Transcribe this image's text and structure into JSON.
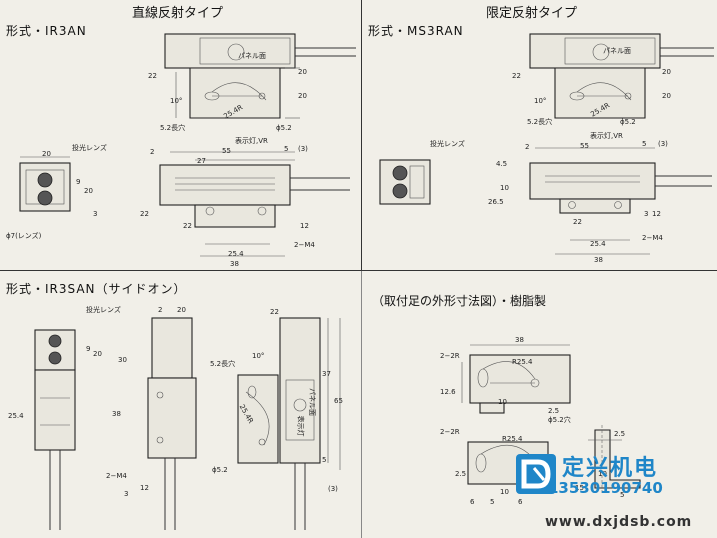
{
  "sections": {
    "top_left": {
      "heading": "直線反射タイプ",
      "model": "形式・IR3AN",
      "labels": {
        "panel": "パネル面",
        "lens": "投光レンズ",
        "slot": "5.2長穴",
        "indicator": "表示灯,VR",
        "lens_dia": "ϕ7(レンズ)",
        "hole": "ϕ5.2",
        "screw": "2−M4"
      },
      "dims": [
        "22",
        "20",
        "10°",
        "25.4R",
        "20",
        "5",
        "55",
        "27",
        "2",
        "20",
        "20",
        "9",
        "3",
        "22",
        "12",
        "22",
        "25.4",
        "38",
        "(3)"
      ]
    },
    "top_right": {
      "heading": "限定反射タイプ",
      "model": "形式・MS3RAN",
      "labels": {
        "panel": "パネル面",
        "lens": "投光レンズ",
        "slot": "5.2長穴",
        "indicator": "表示灯,VR",
        "hole": "ϕ5.2",
        "screw": "2−M4"
      },
      "dims": [
        "22",
        "20",
        "10°",
        "25.4R",
        "20",
        "5",
        "55",
        "2",
        "4.5",
        "10",
        "26.5",
        "3",
        "12",
        "22",
        "25.4",
        "38",
        "(3)"
      ]
    },
    "bottom_left": {
      "model": "形式・IR3SAN（サイドオン）",
      "labels": {
        "lens": "投光レンズ",
        "slot": "5.2長穴",
        "panel": "パネル面",
        "indicator": "表示灯",
        "hole": "ϕ5.2",
        "screw": "2−M4"
      },
      "dims": [
        "9",
        "20",
        "30",
        "25.4",
        "2",
        "20",
        "38",
        "10°",
        "25.4R",
        "22",
        "37",
        "65",
        "5",
        "3",
        "12",
        "(3)"
      ]
    },
    "bottom_right": {
      "heading": "（取付足の外形寸法図）・樹脂製",
      "labels": {
        "two_r_top": "2−2R",
        "r_top": "R25.4",
        "hole_top": "ϕ5.2穴",
        "two_r_bottom": "2−2R",
        "r_bottom": "R25.4"
      },
      "dims": [
        "38",
        "12.6",
        "10",
        "2.5",
        "2.5",
        "10",
        "15",
        "5",
        "2.5",
        "10",
        "6",
        "5",
        "6"
      ]
    }
  },
  "watermark": {
    "name": "定兴机电",
    "phone": "13530190740",
    "url": "www.dxjdsb.com"
  },
  "colors": {
    "paper": "#f1efe8",
    "ink": "#222222",
    "watermark_blue": "#1f86c8"
  }
}
